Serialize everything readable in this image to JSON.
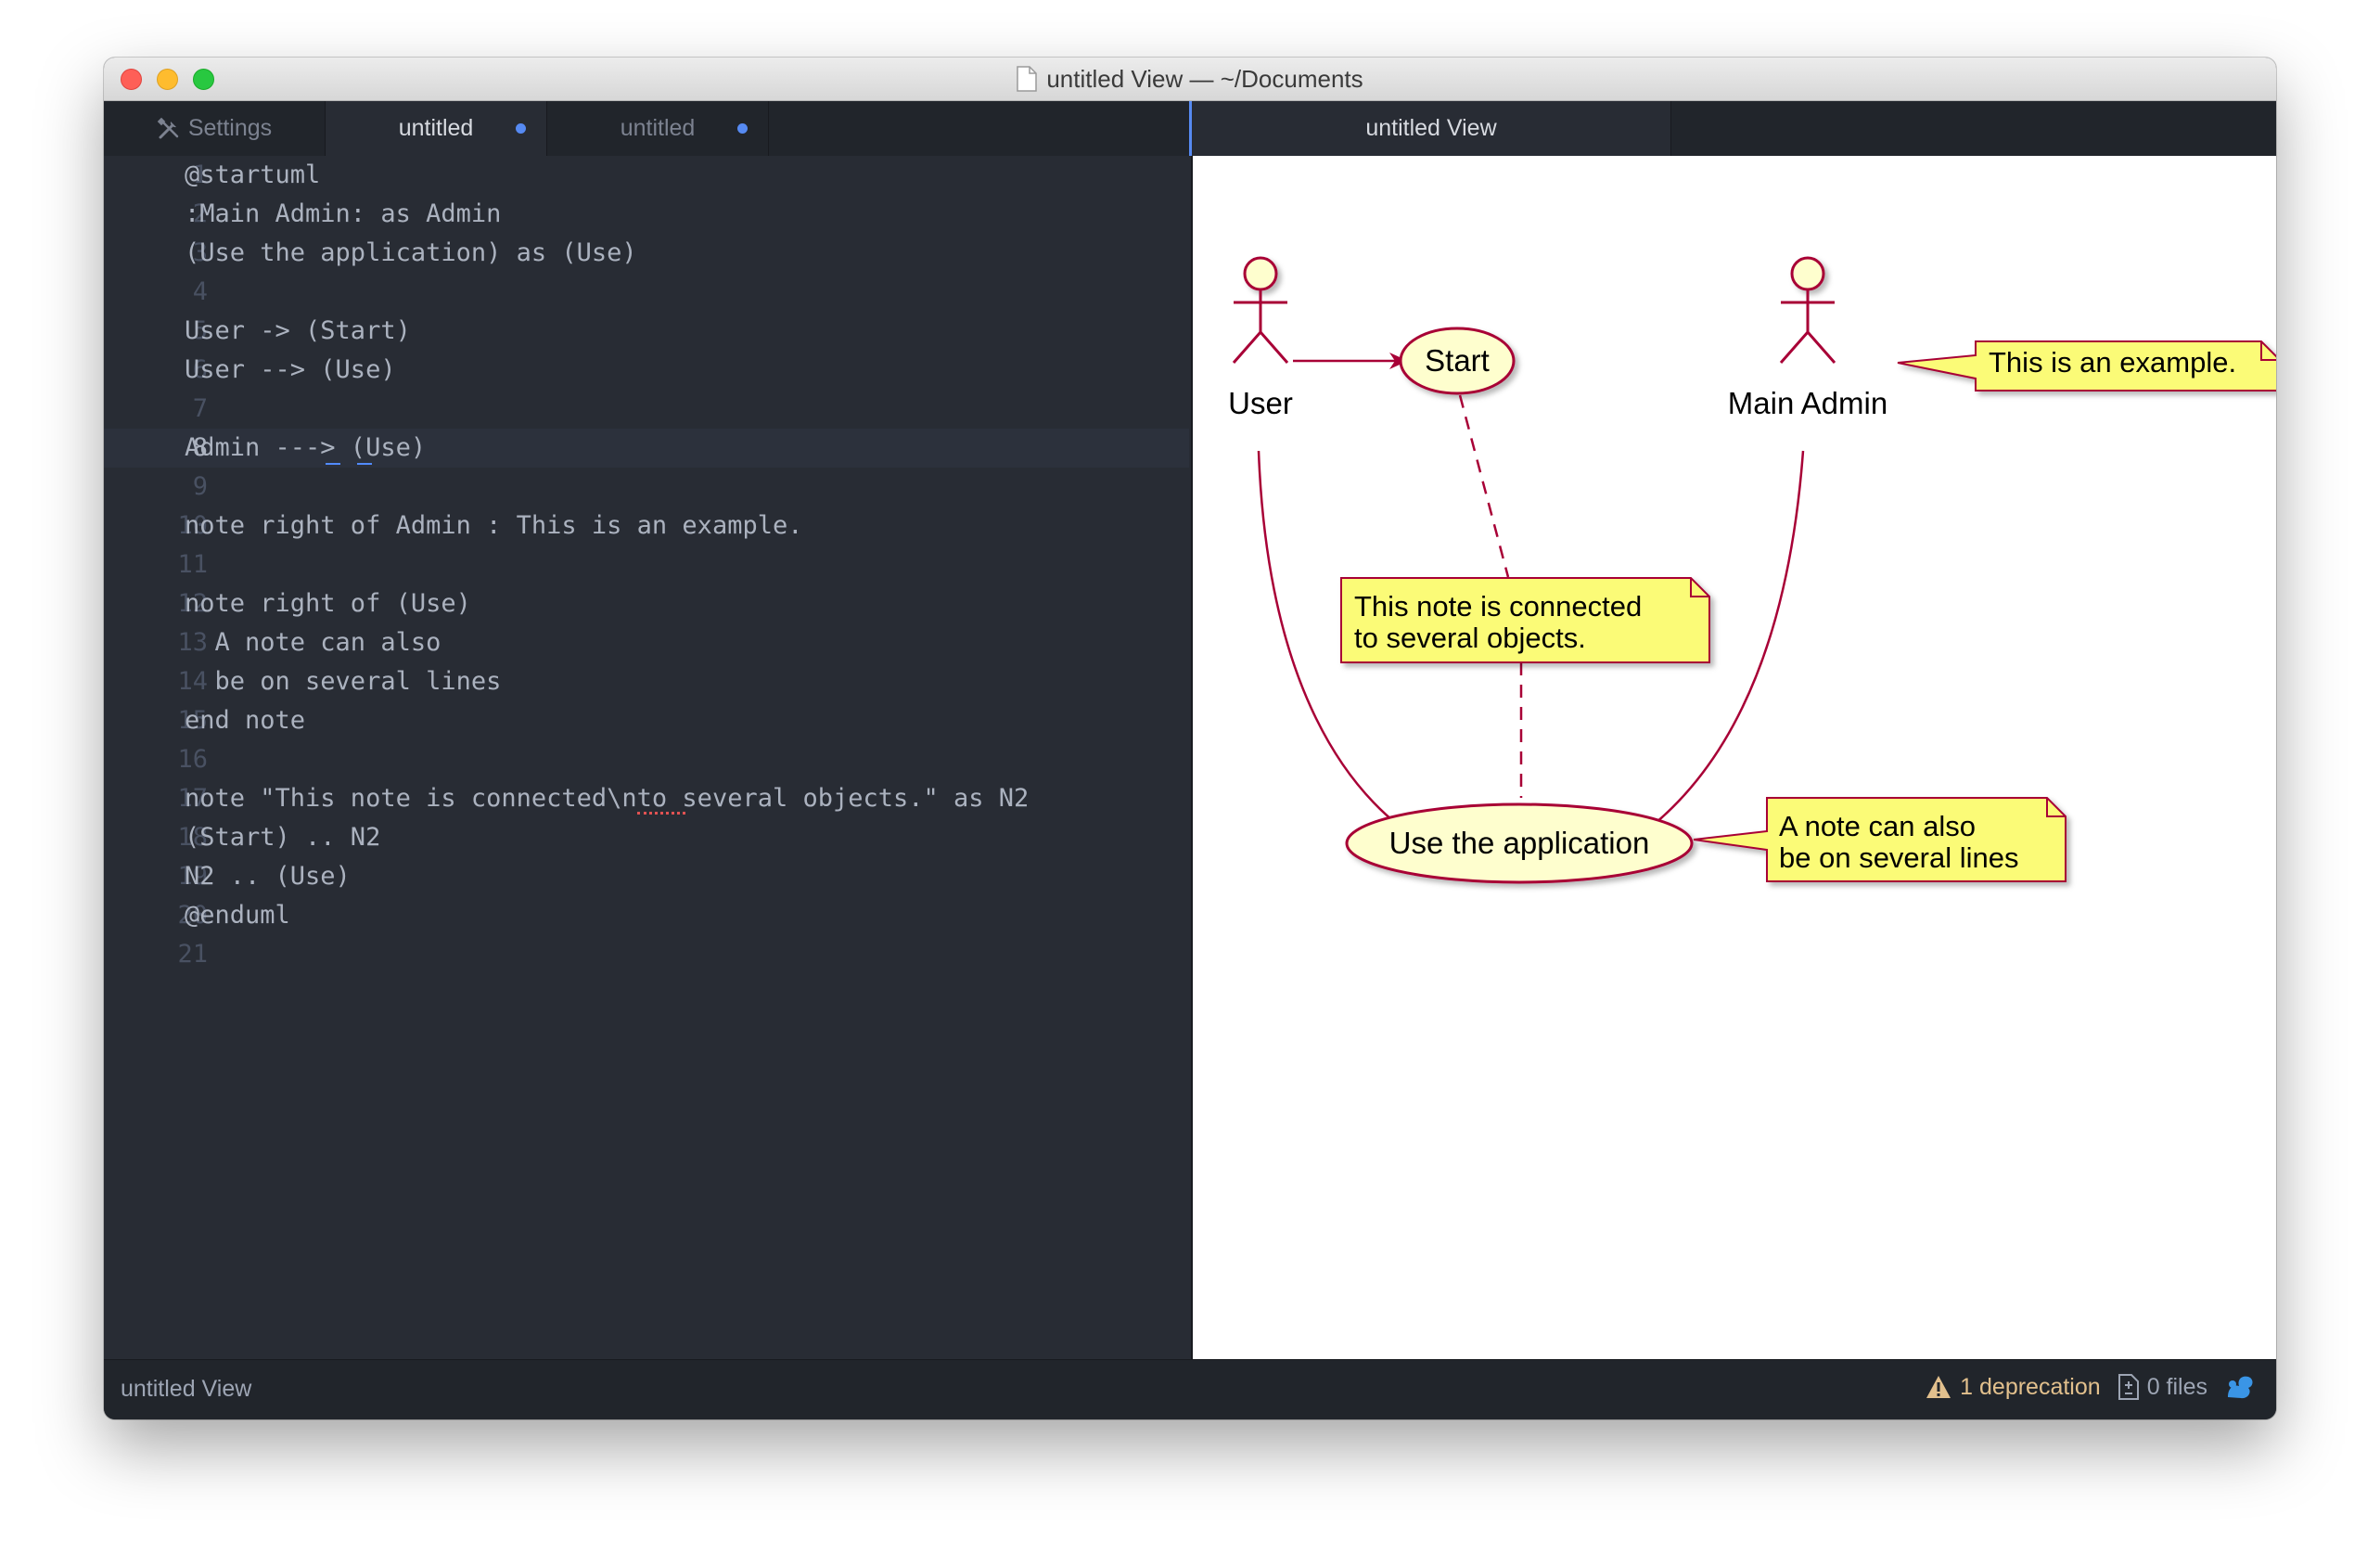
{
  "window": {
    "title": "untitled View — ~/Documents"
  },
  "tabs": [
    {
      "label": "Settings",
      "icon": "tools-icon",
      "active": false
    },
    {
      "label": "untitled",
      "active": true,
      "modified": true
    },
    {
      "label": "untitled",
      "active": false,
      "modified": true
    },
    {
      "label": "untitled View",
      "active": true
    }
  ],
  "editor": {
    "cursor_line": 8,
    "lines": [
      {
        "num": "1",
        "text": "@startuml"
      },
      {
        "num": "2",
        "text": ":Main Admin: as Admin"
      },
      {
        "num": "3",
        "text": "(Use the application) as (Use)"
      },
      {
        "num": "4",
        "text": ""
      },
      {
        "num": "5",
        "text": "User -> (Start)"
      },
      {
        "num": "6",
        "text": "User --> (Use)"
      },
      {
        "num": "7",
        "text": ""
      },
      {
        "num": "8",
        "text": "Admin ---> (Use)"
      },
      {
        "num": "9",
        "text": ""
      },
      {
        "num": "10",
        "text": "note right of Admin : This is an example."
      },
      {
        "num": "11",
        "text": ""
      },
      {
        "num": "12",
        "text": "note right of (Use)"
      },
      {
        "num": "13",
        "text": "  A note can also"
      },
      {
        "num": "14",
        "text": "  be on several lines"
      },
      {
        "num": "15",
        "text": "end note"
      },
      {
        "num": "16",
        "text": ""
      },
      {
        "num": "17",
        "text": "note \"This note is connected\\nto several objects.\" as N2"
      },
      {
        "num": "18",
        "text": "(Start) .. N2"
      },
      {
        "num": "19",
        "text": "N2 .. (Use)"
      },
      {
        "num": "20",
        "text": "@enduml"
      },
      {
        "num": "21",
        "text": ""
      }
    ]
  },
  "diagram": {
    "actor_user": "User",
    "actor_admin": "Main Admin",
    "usecase_start": "Start",
    "usecase_use": "Use the application",
    "note_admin": "This is an example.",
    "note_n2_line1": "This note is connected",
    "note_n2_line2": "to several objects.",
    "note_use_line1": "A note can also",
    "note_use_line2": "be on several lines",
    "colors": {
      "stroke": "#a80036",
      "usecase_fill": "#fefece",
      "note_fill": "#fbfb77",
      "note_stroke": "#a80036"
    }
  },
  "statusbar": {
    "left": "untitled View",
    "deprecation": "1 deprecation",
    "files": "0 files"
  }
}
